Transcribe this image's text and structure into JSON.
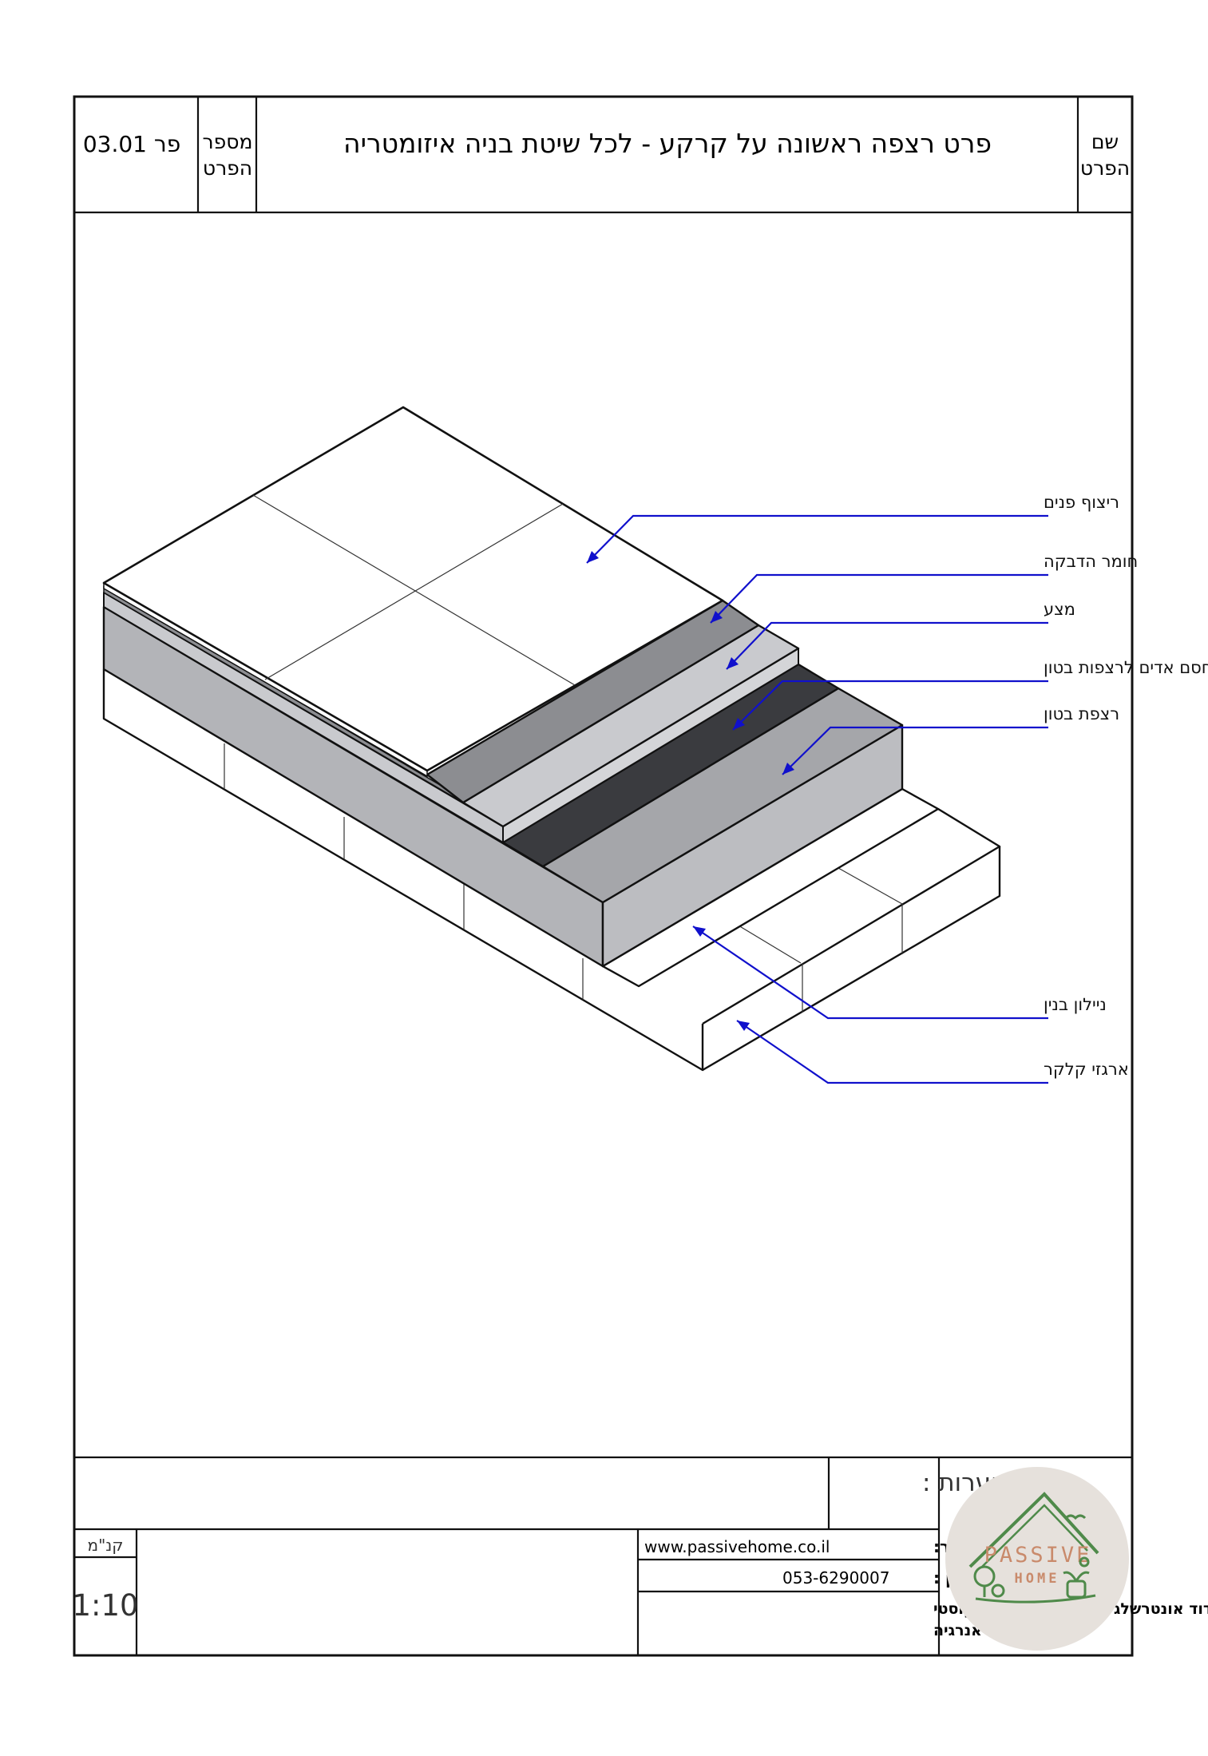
{
  "title_block": {
    "name_label_line1": "שם",
    "name_label_line2": "הפרט",
    "title": "פרט רצפה ראשונה על קרקע  - לכל שיטת בניה   איזומטריה",
    "number_label_line1": "מספר",
    "number_label_line2": "הפרט",
    "detail_number": "פר 03.01"
  },
  "layers": [
    {
      "label": "ריצוף פנים",
      "color": "#ffffff"
    },
    {
      "label": "חומר הדבקה",
      "color": "#8c8d91"
    },
    {
      "label": "מצע",
      "color": "#c9cace"
    },
    {
      "label": "חסם אדים לרצפות בטון",
      "color": "#3a3b3f"
    },
    {
      "label": "רצפת בטון",
      "color": "#a5a6aa"
    },
    {
      "label": "ניילון בנין",
      "color": "#ffffff"
    },
    {
      "label": "ארגזי קלקר",
      "color": "#ffffff"
    }
  ],
  "footer": {
    "notes_label": "הערות :",
    "website_label": "כתובת אתר:",
    "website": "www.passivehome.co.il",
    "phone_label": "טלפון :",
    "phone": "053-6290007",
    "designer_line1": "דוד אונטרשלג יועץ בידוד תרמי ואקוסטי",
    "designer_line2": "ממונה אנרגיה",
    "scale_label": "קנ\"מ",
    "scale": "1:10"
  },
  "logo": {
    "text_top": "PASSIVE",
    "text_bottom": "HOME"
  },
  "colors": {
    "leader": "#1010cc",
    "logo_bg": "#e6e1dc",
    "logo_green": "#4f8a4a",
    "logo_orange": "#c98a6b"
  }
}
